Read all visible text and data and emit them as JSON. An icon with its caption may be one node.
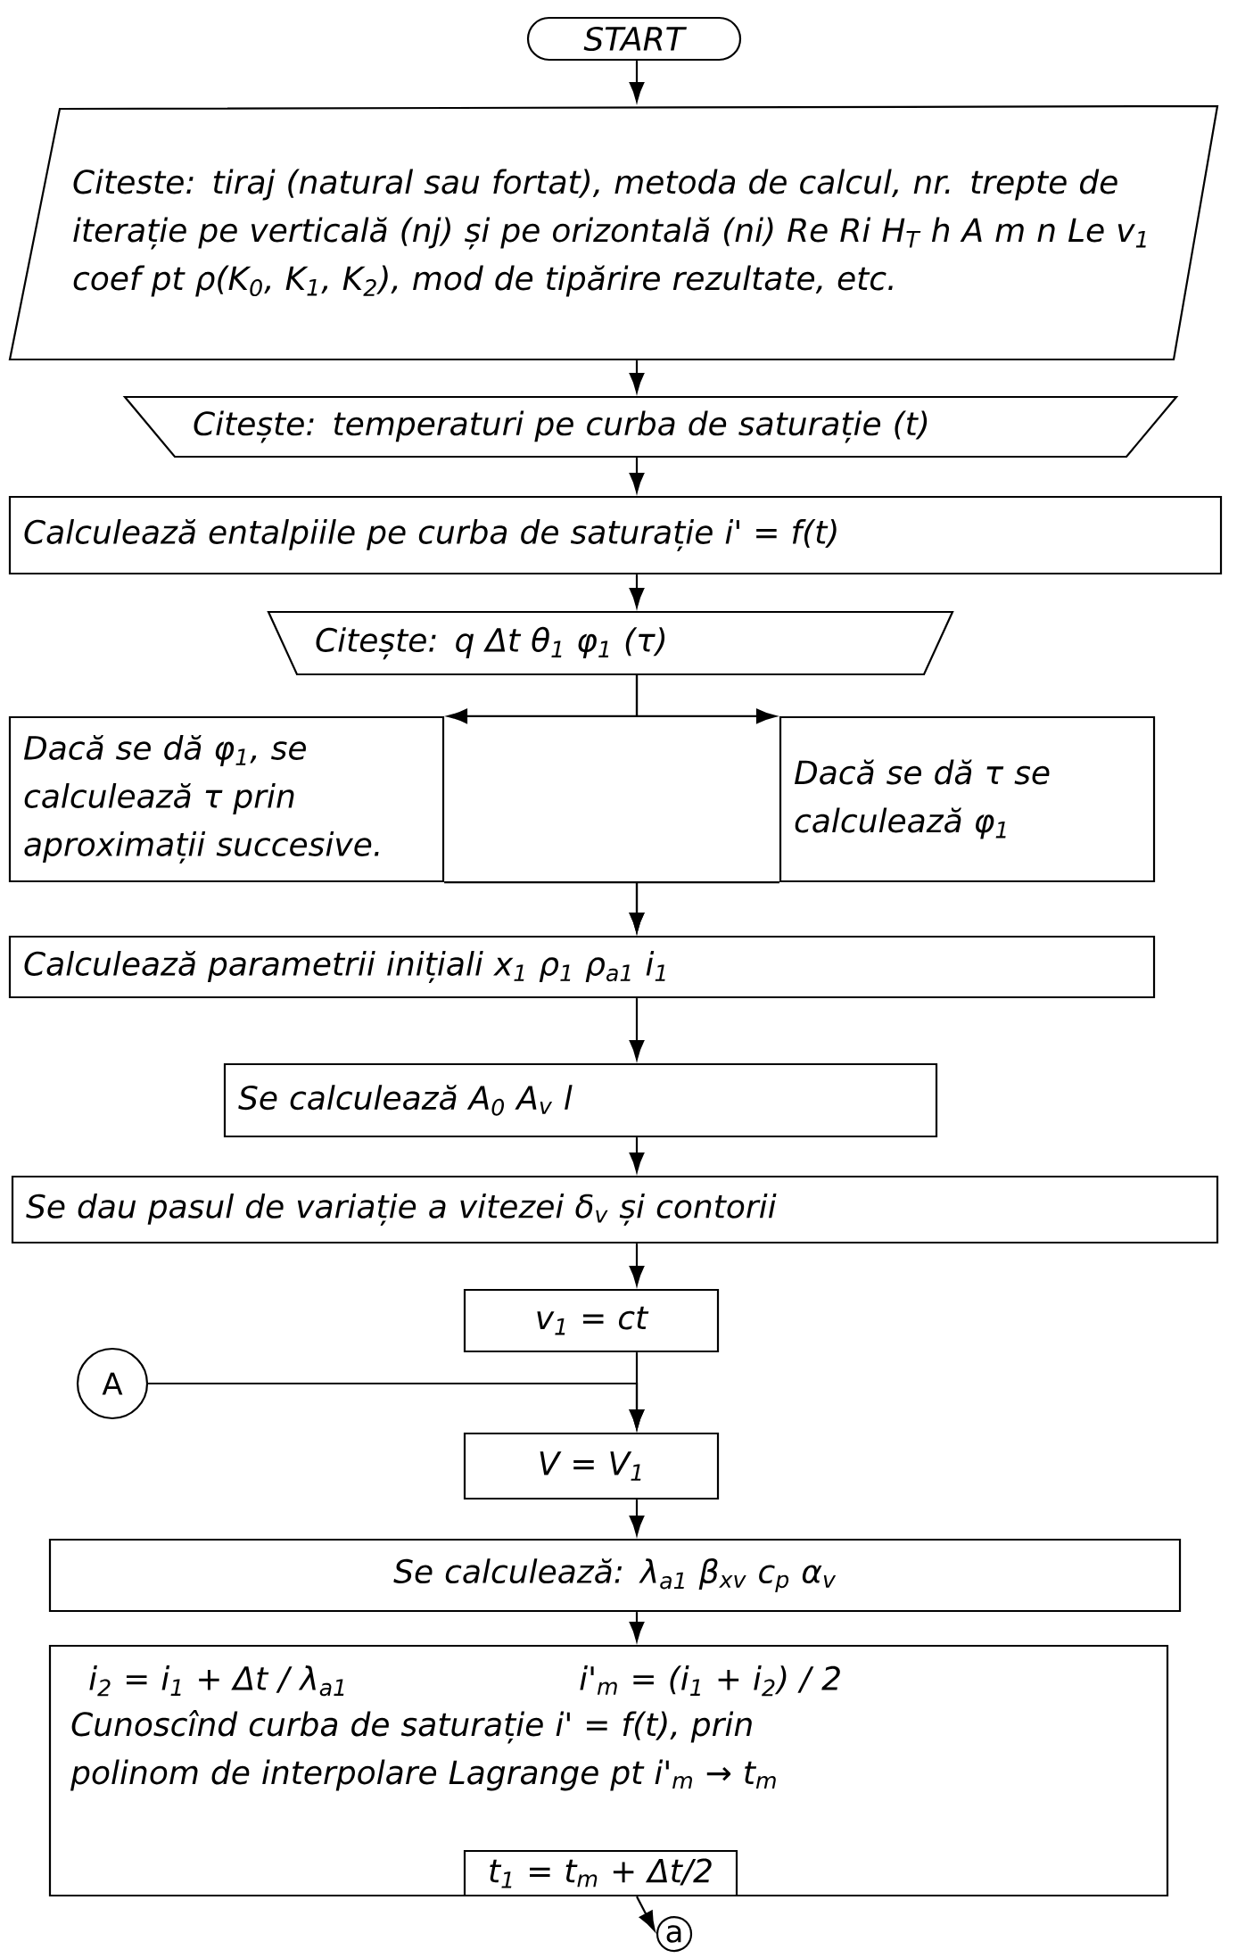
{
  "diagram": {
    "nodes": [
      {
        "text": [
          "START"
        ]
      },
      {
        "text": [
          "Citeste: tiraj (natural sau fortat), metoda de calcul, nr. trepte de iterație pe verticală (nj) și pe orizontală (ni) Re Ri H$_{T}$ h A m n Le v$_{1}$ coef pt ρ(K$_{0}$, K$_{1}$, K$_{2}$), mod de tipărire rezultate, etc."
        ]
      },
      {
        "text": [
          "Citește: temperaturi pe curba de saturație (t)"
        ]
      },
      {
        "text": [
          "Calculează entalpiile pe curba de saturație i' = f(t)"
        ]
      },
      {
        "text": [
          "Citește: q Δt θ$_{1}$ φ$_{1}$ (τ)"
        ]
      },
      {
        "text": [
          "Dacă se dă φ$_{1}$, se calculează τ prin aproximații succesive."
        ]
      },
      {
        "text": [
          "Dacă se dă τ se calculează φ$_{1}$"
        ]
      },
      {
        "text": [
          "Calculează parametrii inițiali x$_{1}$ ρ$_{1}$ ρ$_{a1}$ i$_{1}$"
        ]
      },
      {
        "text": [
          "Se calculează A$_{0}$ A$_{v}$ l"
        ]
      },
      {
        "text": [
          "Se dau pasul de variație a vitezei δ$_{v}$ și contorii"
        ]
      },
      {
        "text": [
          "v$_{1}$ = ct"
        ]
      },
      {
        "text": [
          "A"
        ]
      },
      {
        "text": [
          "V = V$_{1}$"
        ]
      },
      {
        "text": [
          "Se calculează: λ$_{a1}$ β$_{xv}$ c$_{p}$ α$_{v}$"
        ]
      },
      {
        "text": [
          "i$_{2}$ = i$_{1}$ + Δt / λ$_{a1}$",
          "i'$_{m}$ = (i$_{1}$ + i$_{2}$) / 2",
          "Cunoscînd curba de saturație i' = f(t), prin polinom de interpolare Lagrange pt i'$_{m}$ → t$_{m}$"
        ]
      },
      {
        "text": [
          "t$_{1}$ = t$_{m}$ + Δt/2"
        ],
        "in": 14
      },
      {
        "text": [
          "a"
        ]
      }
    ],
    "edges": [
      {
        "from": 0,
        "to": 1,
        "arrow": "to"
      },
      {
        "from": 1,
        "to": 2,
        "arrow": "to"
      },
      {
        "from": 2,
        "to": 3,
        "arrow": "to"
      },
      {
        "from": 3,
        "to": 4,
        "arrow": "to"
      },
      {
        "from": 4,
        "to": 5,
        "arrow": "to"
      },
      {
        "from": 4,
        "to": 6,
        "arrow": "to"
      },
      {
        "from": 5,
        "to": 7,
        "arrow": "to"
      },
      {
        "from": 6,
        "to": 7,
        "arrow": "to"
      },
      {
        "from": 7,
        "to": 8,
        "arrow": "to"
      },
      {
        "from": 8,
        "to": 9,
        "arrow": "to"
      },
      {
        "from": 9,
        "to": 10,
        "arrow": "to"
      },
      {
        "from": 10,
        "to": 12,
        "arrow": "to"
      },
      {
        "from": 11,
        "to": 12,
        "arrow": "to"
      },
      {
        "from": 12,
        "to": 13,
        "arrow": "to"
      },
      {
        "from": 13,
        "to": 14,
        "arrow": "to"
      },
      {
        "from": 15,
        "to": 16,
        "arrow": "to"
      }
    ]
  }
}
